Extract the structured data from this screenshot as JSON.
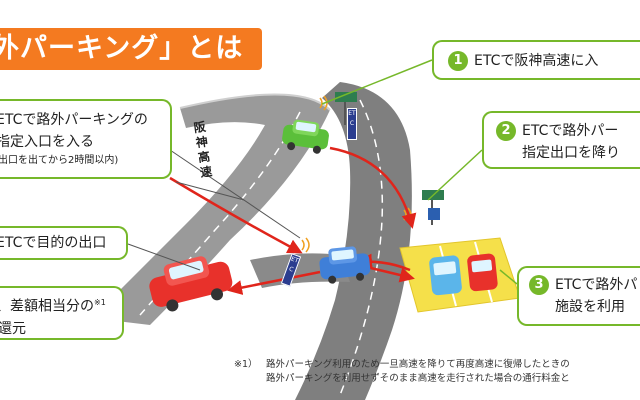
{
  "title": "外パーキング」とは",
  "road_label": "阪神高速",
  "callouts": {
    "left": [
      {
        "lines": [
          "ETCで路外パーキングの",
          "指定入口を入る"
        ],
        "note": "出口を出てから2時間以内)"
      },
      {
        "lines": [
          "ETCで目的の出口"
        ]
      },
      {
        "lines": [
          "、差額相当分の",
          "還元"
        ],
        "superscript": "※1"
      }
    ],
    "right": [
      {
        "number": "1",
        "lines": [
          "ETCで阪神高速に入"
        ]
      },
      {
        "number": "2",
        "lines": [
          "ETCで路外パー",
          "指定出口を降り"
        ]
      },
      {
        "number": "3",
        "lines": [
          "ETCで路外パ",
          "施設を利用"
        ]
      }
    ]
  },
  "etc_sign": "ETC",
  "footnote": {
    "marker": "※1）",
    "lines": [
      "路外パーキング利用のため一旦高速を降りて再度高速に復帰したときの",
      "路外パーキングを利用せずそのまま高速を走行された場合の通行料金と"
    ]
  },
  "colors": {
    "title_bg": "#f47a20",
    "callout_border": "#76b82a",
    "arrow": "#e0251b",
    "road": "#8e8e8e",
    "parking": "#f5e04a"
  }
}
